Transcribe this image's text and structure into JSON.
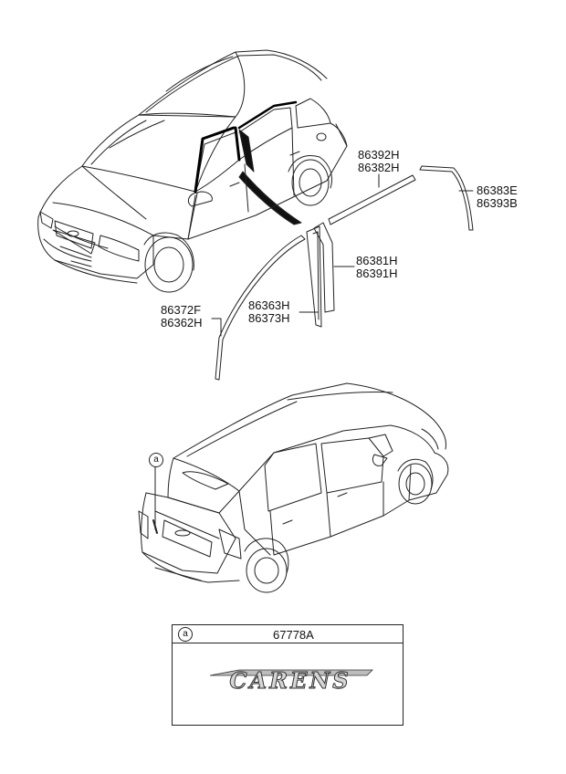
{
  "callouts": {
    "upper_trim_a": "86392H",
    "upper_trim_b": "86382H",
    "rear_trim_a": "86383E",
    "rear_trim_b": "86393B",
    "pillar_a": "86381H",
    "pillar_b": "86391H",
    "front_trim_a": "86372F",
    "front_trim_b": "86362H",
    "center_pillar_a": "86363H",
    "center_pillar_b": "86373H"
  },
  "emblem_marker": "a",
  "detail_box": {
    "marker": "a",
    "part_number": "67778A",
    "emblem_text": "CARENS"
  }
}
